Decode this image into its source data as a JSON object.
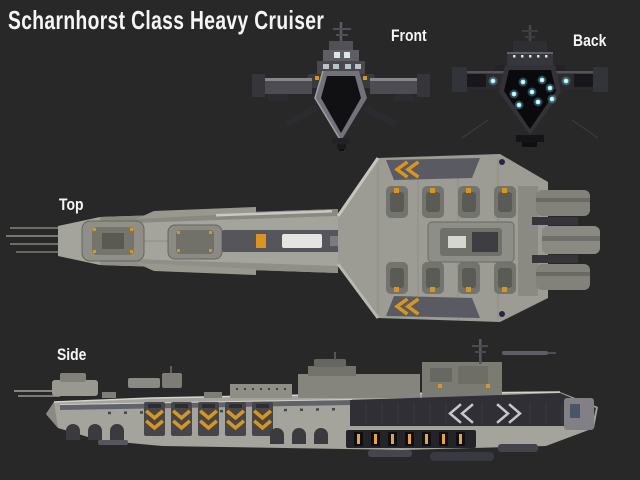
{
  "title": "Scharnhorst Class Heavy Cruiser",
  "views": {
    "front": {
      "label": "Front"
    },
    "back": {
      "label": "Back"
    },
    "top": {
      "label": "Top"
    },
    "side": {
      "label": "Side"
    }
  },
  "colors": {
    "background": "#282828",
    "text": "#f5f5f5",
    "hull_light": "#a4a49c",
    "hull_mid": "#74747a",
    "hull_dark": "#3c3c40",
    "hull_black": "#121214",
    "panel_dark": "#46464a",
    "accent_orange": "#d8951f",
    "engine_glow": "#9eeffc",
    "chevron_white": "#c6c6cc"
  }
}
